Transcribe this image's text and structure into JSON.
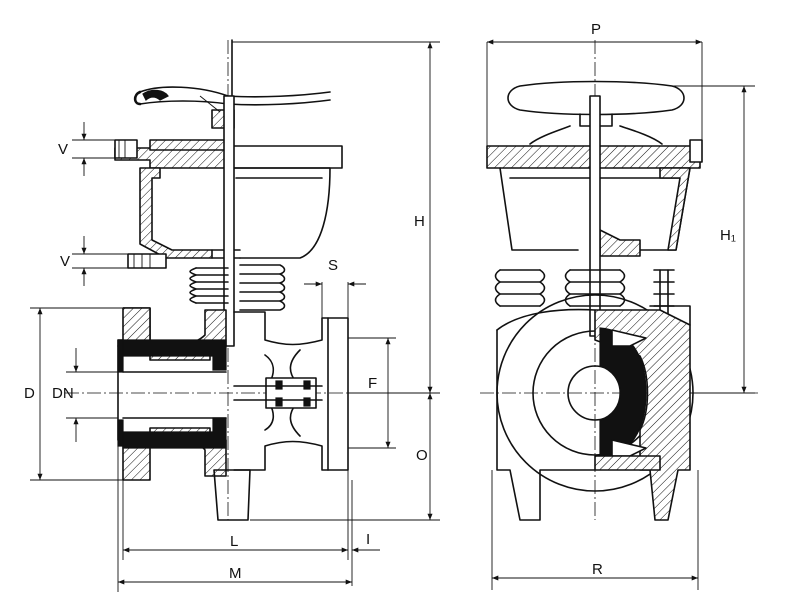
{
  "labels": {
    "P": "P",
    "H": "H",
    "H1": "H₁",
    "V_upper": "V",
    "V_lower": "V",
    "S": "S",
    "D": "D",
    "DN": "DN",
    "F": "F",
    "O": "O",
    "L": "L",
    "I": "I",
    "M": "M",
    "R": "R"
  }
}
